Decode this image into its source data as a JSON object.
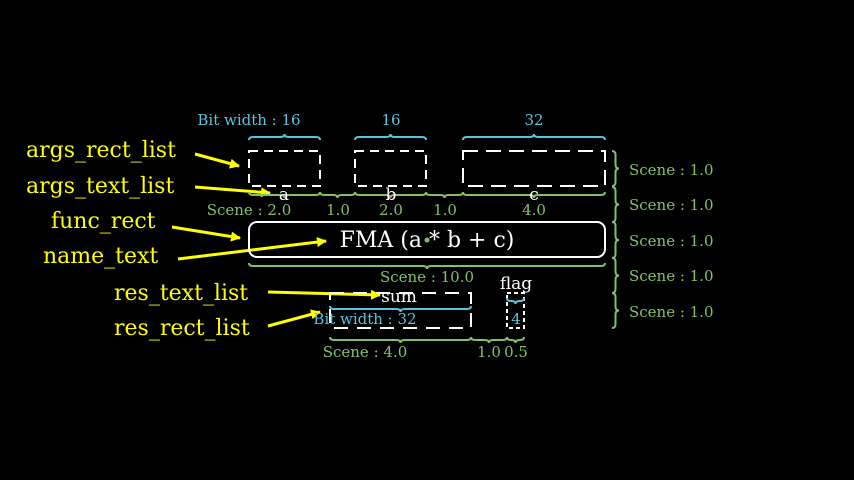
{
  "colors": {
    "background": "#000000",
    "label": "#ffff00",
    "bit_width": "#58c4dd",
    "scene": "#83c167",
    "shape": "#ffffff"
  },
  "labels": {
    "args_rect_list": "args_rect_list",
    "args_text_list": "args_text_list",
    "func_rect": "func_rect",
    "name_text": "name_text",
    "res_text_list": "res_text_list",
    "res_rect_list": "res_rect_list"
  },
  "args": [
    {
      "text": "a",
      "bit_width": "Bit width : 16",
      "scene": "Scene : 2.0"
    },
    {
      "text": "b",
      "bit_width": "16",
      "scene": "2.0"
    },
    {
      "text": "c",
      "bit_width": "32",
      "scene": "4.0"
    }
  ],
  "arg_gaps": [
    "1.0",
    "1.0"
  ],
  "func": {
    "name": "FMA (a * b + c)",
    "scene": "Scene : 10.0"
  },
  "results": [
    {
      "text": "sum",
      "bit_width": "Bit width : 32",
      "scene": "Scene : 4.0"
    },
    {
      "text": "flag",
      "bit_width": "4",
      "scene": "0.5"
    }
  ],
  "result_gap": "1.0",
  "row_scenes": [
    "Scene : 1.0",
    "Scene : 1.0",
    "Scene : 1.0",
    "Scene : 1.0",
    "Scene : 1.0"
  ]
}
